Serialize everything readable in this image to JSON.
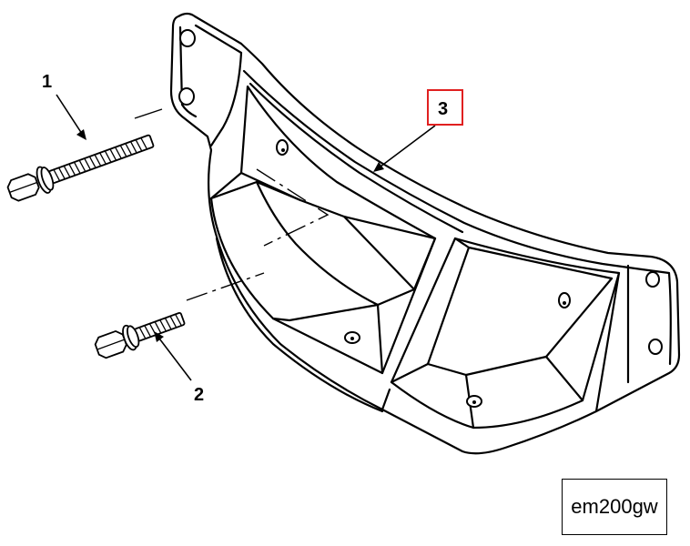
{
  "callouts": {
    "c1": "1",
    "c2": "2",
    "c3": "3"
  },
  "figure_code": "em200gw",
  "highlight_color": "#e02020"
}
